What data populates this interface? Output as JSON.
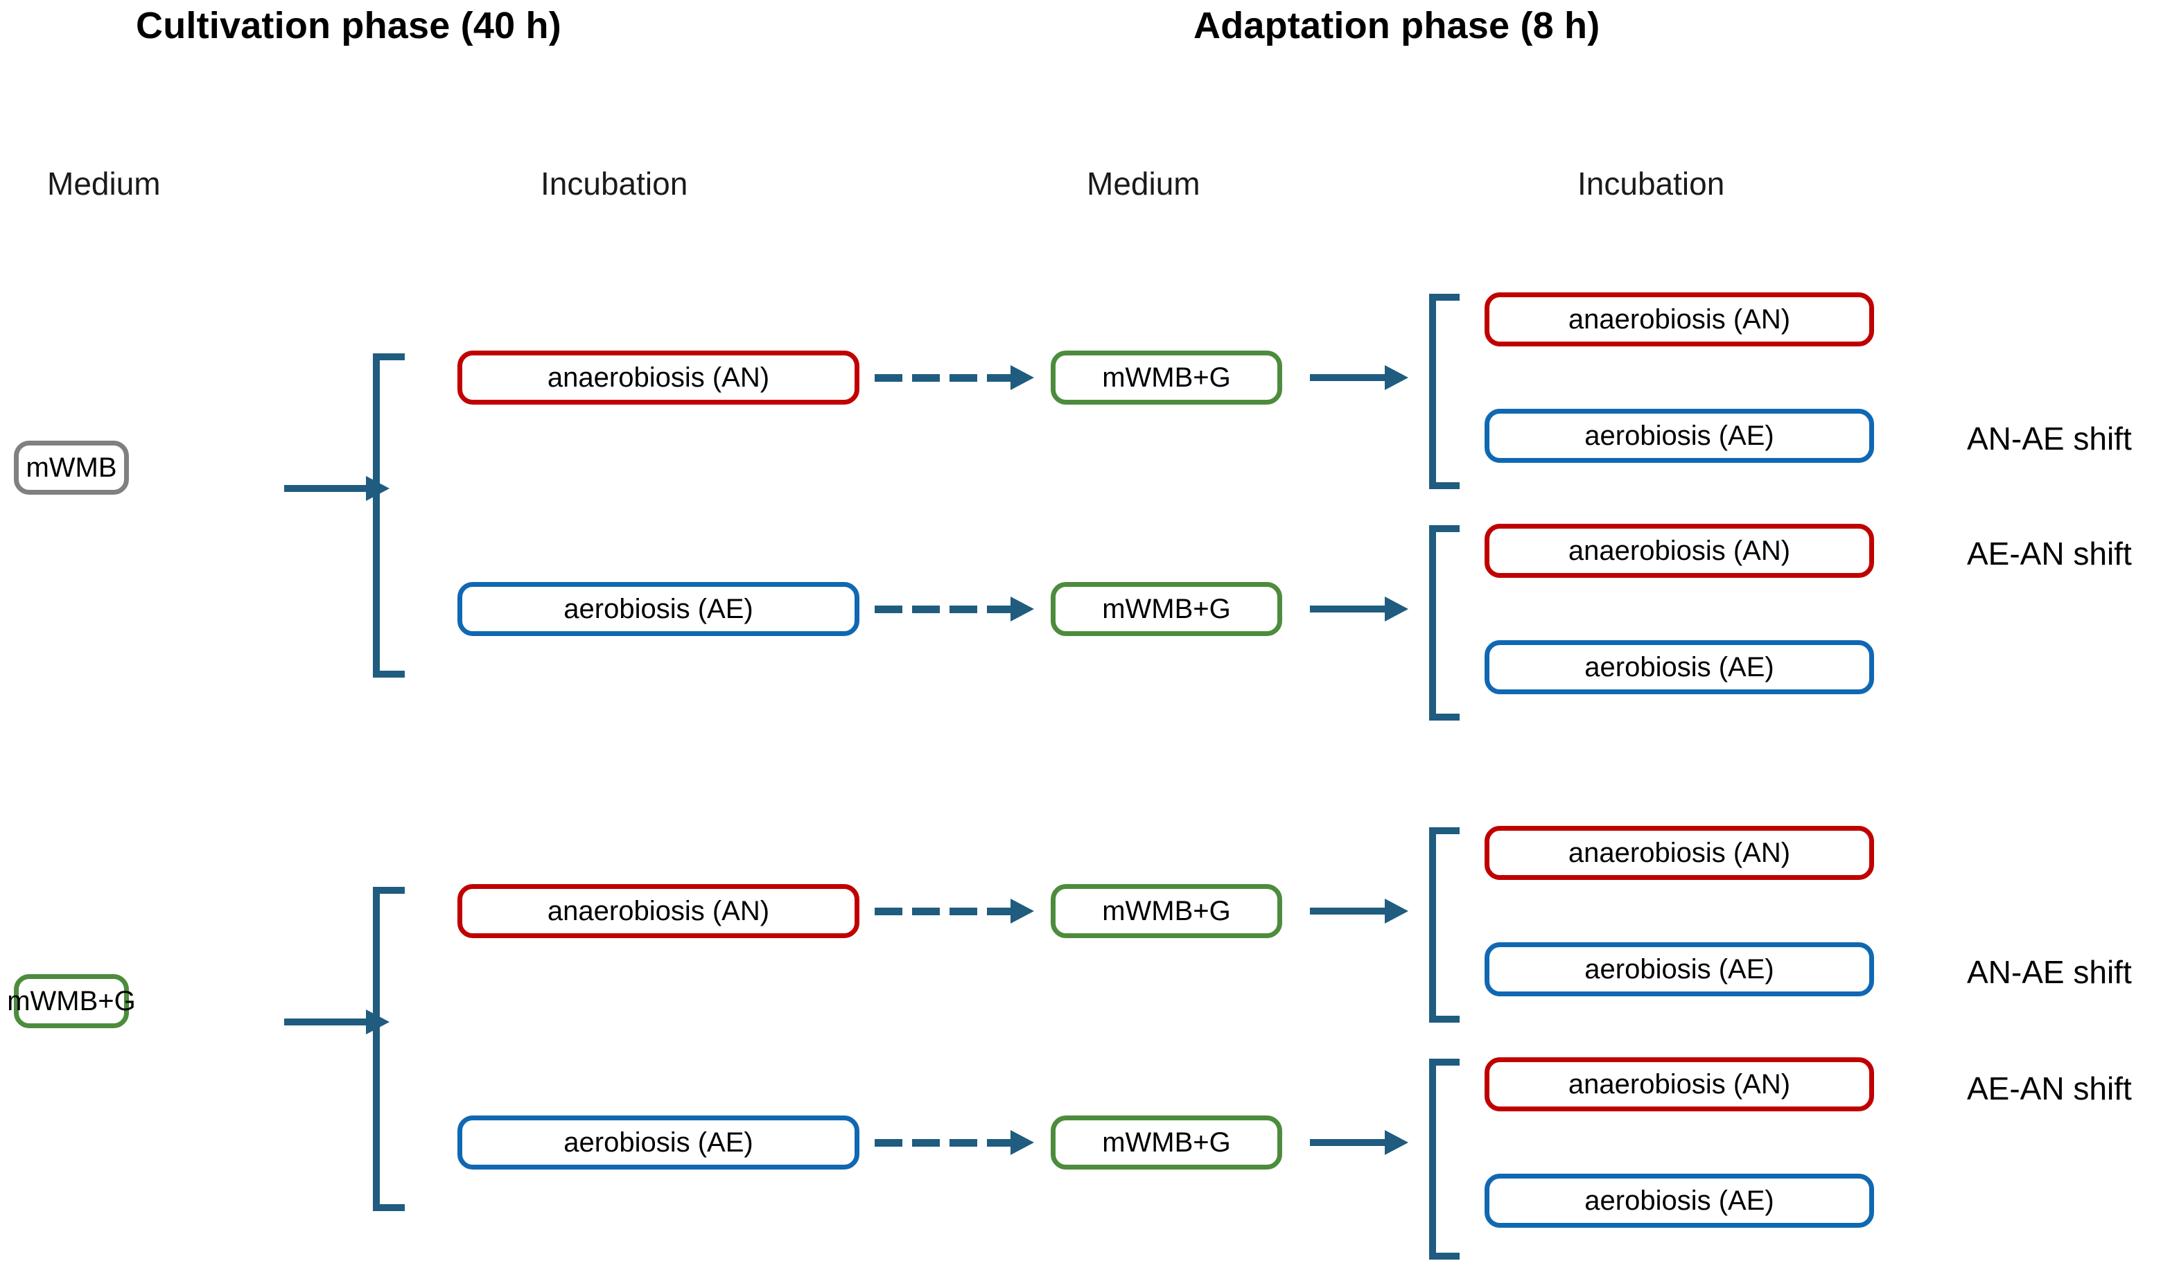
{
  "figure": {
    "title_left": "Cultivation phase  (40 h)",
    "title_right": "Adaptation phase  (8 h)"
  },
  "columns": {
    "medium_1": "Medium",
    "incubation_1": "Incubation",
    "medium_2": "Medium",
    "incubation_2": "Incubation"
  },
  "labels": {
    "medium_mwmb": "mWMB",
    "medium_mwmb_g": "mWMB+G",
    "anaerobiosis": "anaerobiosis (AN)",
    "aerobiosis": "aerobiosis (AE)",
    "shift_an_ae": "AN-AE shift",
    "shift_ae_an": "AE-AN shift"
  },
  "colors": {
    "gray": "#808080",
    "red": "#C00000",
    "blue": "#1068B3",
    "green": "#4C8C3C",
    "arrow": "#1F5C7F",
    "text": "#000000",
    "background": "#FFFFFF"
  },
  "branches": {
    "top": {
      "start_medium": "mWMB",
      "cultivation": [
        "anaerobiosis (AN)",
        "aerobiosis (AE)"
      ],
      "adaptation_medium": [
        "mWMB+G",
        "mWMB+G"
      ],
      "adaptation_groups": [
        {
          "boxes": [
            "anaerobiosis (AN)",
            "aerobiosis (AE)"
          ],
          "shift": "AN-AE shift"
        },
        {
          "boxes": [
            "anaerobiosis (AN)",
            "aerobiosis (AE)"
          ],
          "shift": "AE-AN shift"
        }
      ]
    },
    "bottom": {
      "start_medium": "mWMB+G",
      "cultivation": [
        "anaerobiosis (AN)",
        "aerobiosis (AE)"
      ],
      "adaptation_medium": [
        "mWMB+G",
        "mWMB+G"
      ],
      "adaptation_groups": [
        {
          "boxes": [
            "anaerobiosis (AN)",
            "aerobiosis (AE)"
          ],
          "shift": "AN-AE shift"
        },
        {
          "boxes": [
            "anaerobiosis (AN)",
            "aerobiosis (AE)"
          ],
          "shift": "AE-AN shift"
        }
      ]
    }
  }
}
